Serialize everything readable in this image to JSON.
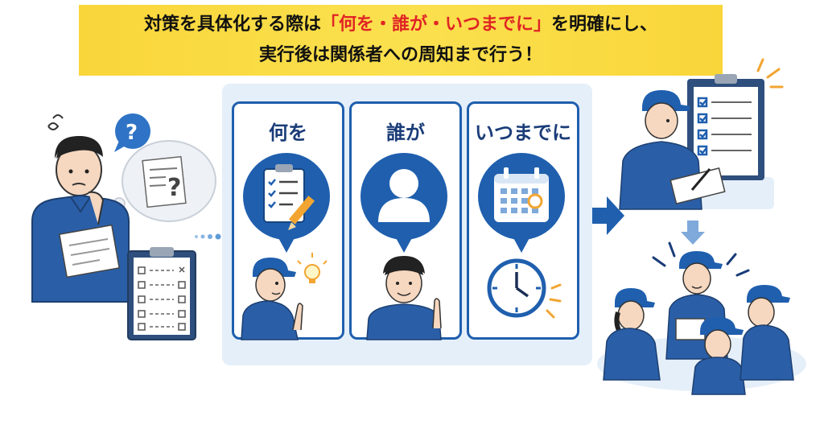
{
  "banner": {
    "line1_pre": "対策を具体化する際は",
    "line1_highlight": "「何を・誰が・いつまでに」",
    "line1_post": "を明確にし、",
    "line2": "実行後は関係者への周知まで行う！"
  },
  "cards": [
    {
      "title": "何を",
      "icon": "clipboard-checklist-icon"
    },
    {
      "title": "誰が",
      "icon": "person-icon"
    },
    {
      "title": "いつまでに",
      "icon": "calendar-icon"
    }
  ],
  "colors": {
    "banner": "#f9d63a",
    "highlight": "#e02424",
    "brand_blue": "#1f5fae",
    "panel": "#e5eff9"
  }
}
